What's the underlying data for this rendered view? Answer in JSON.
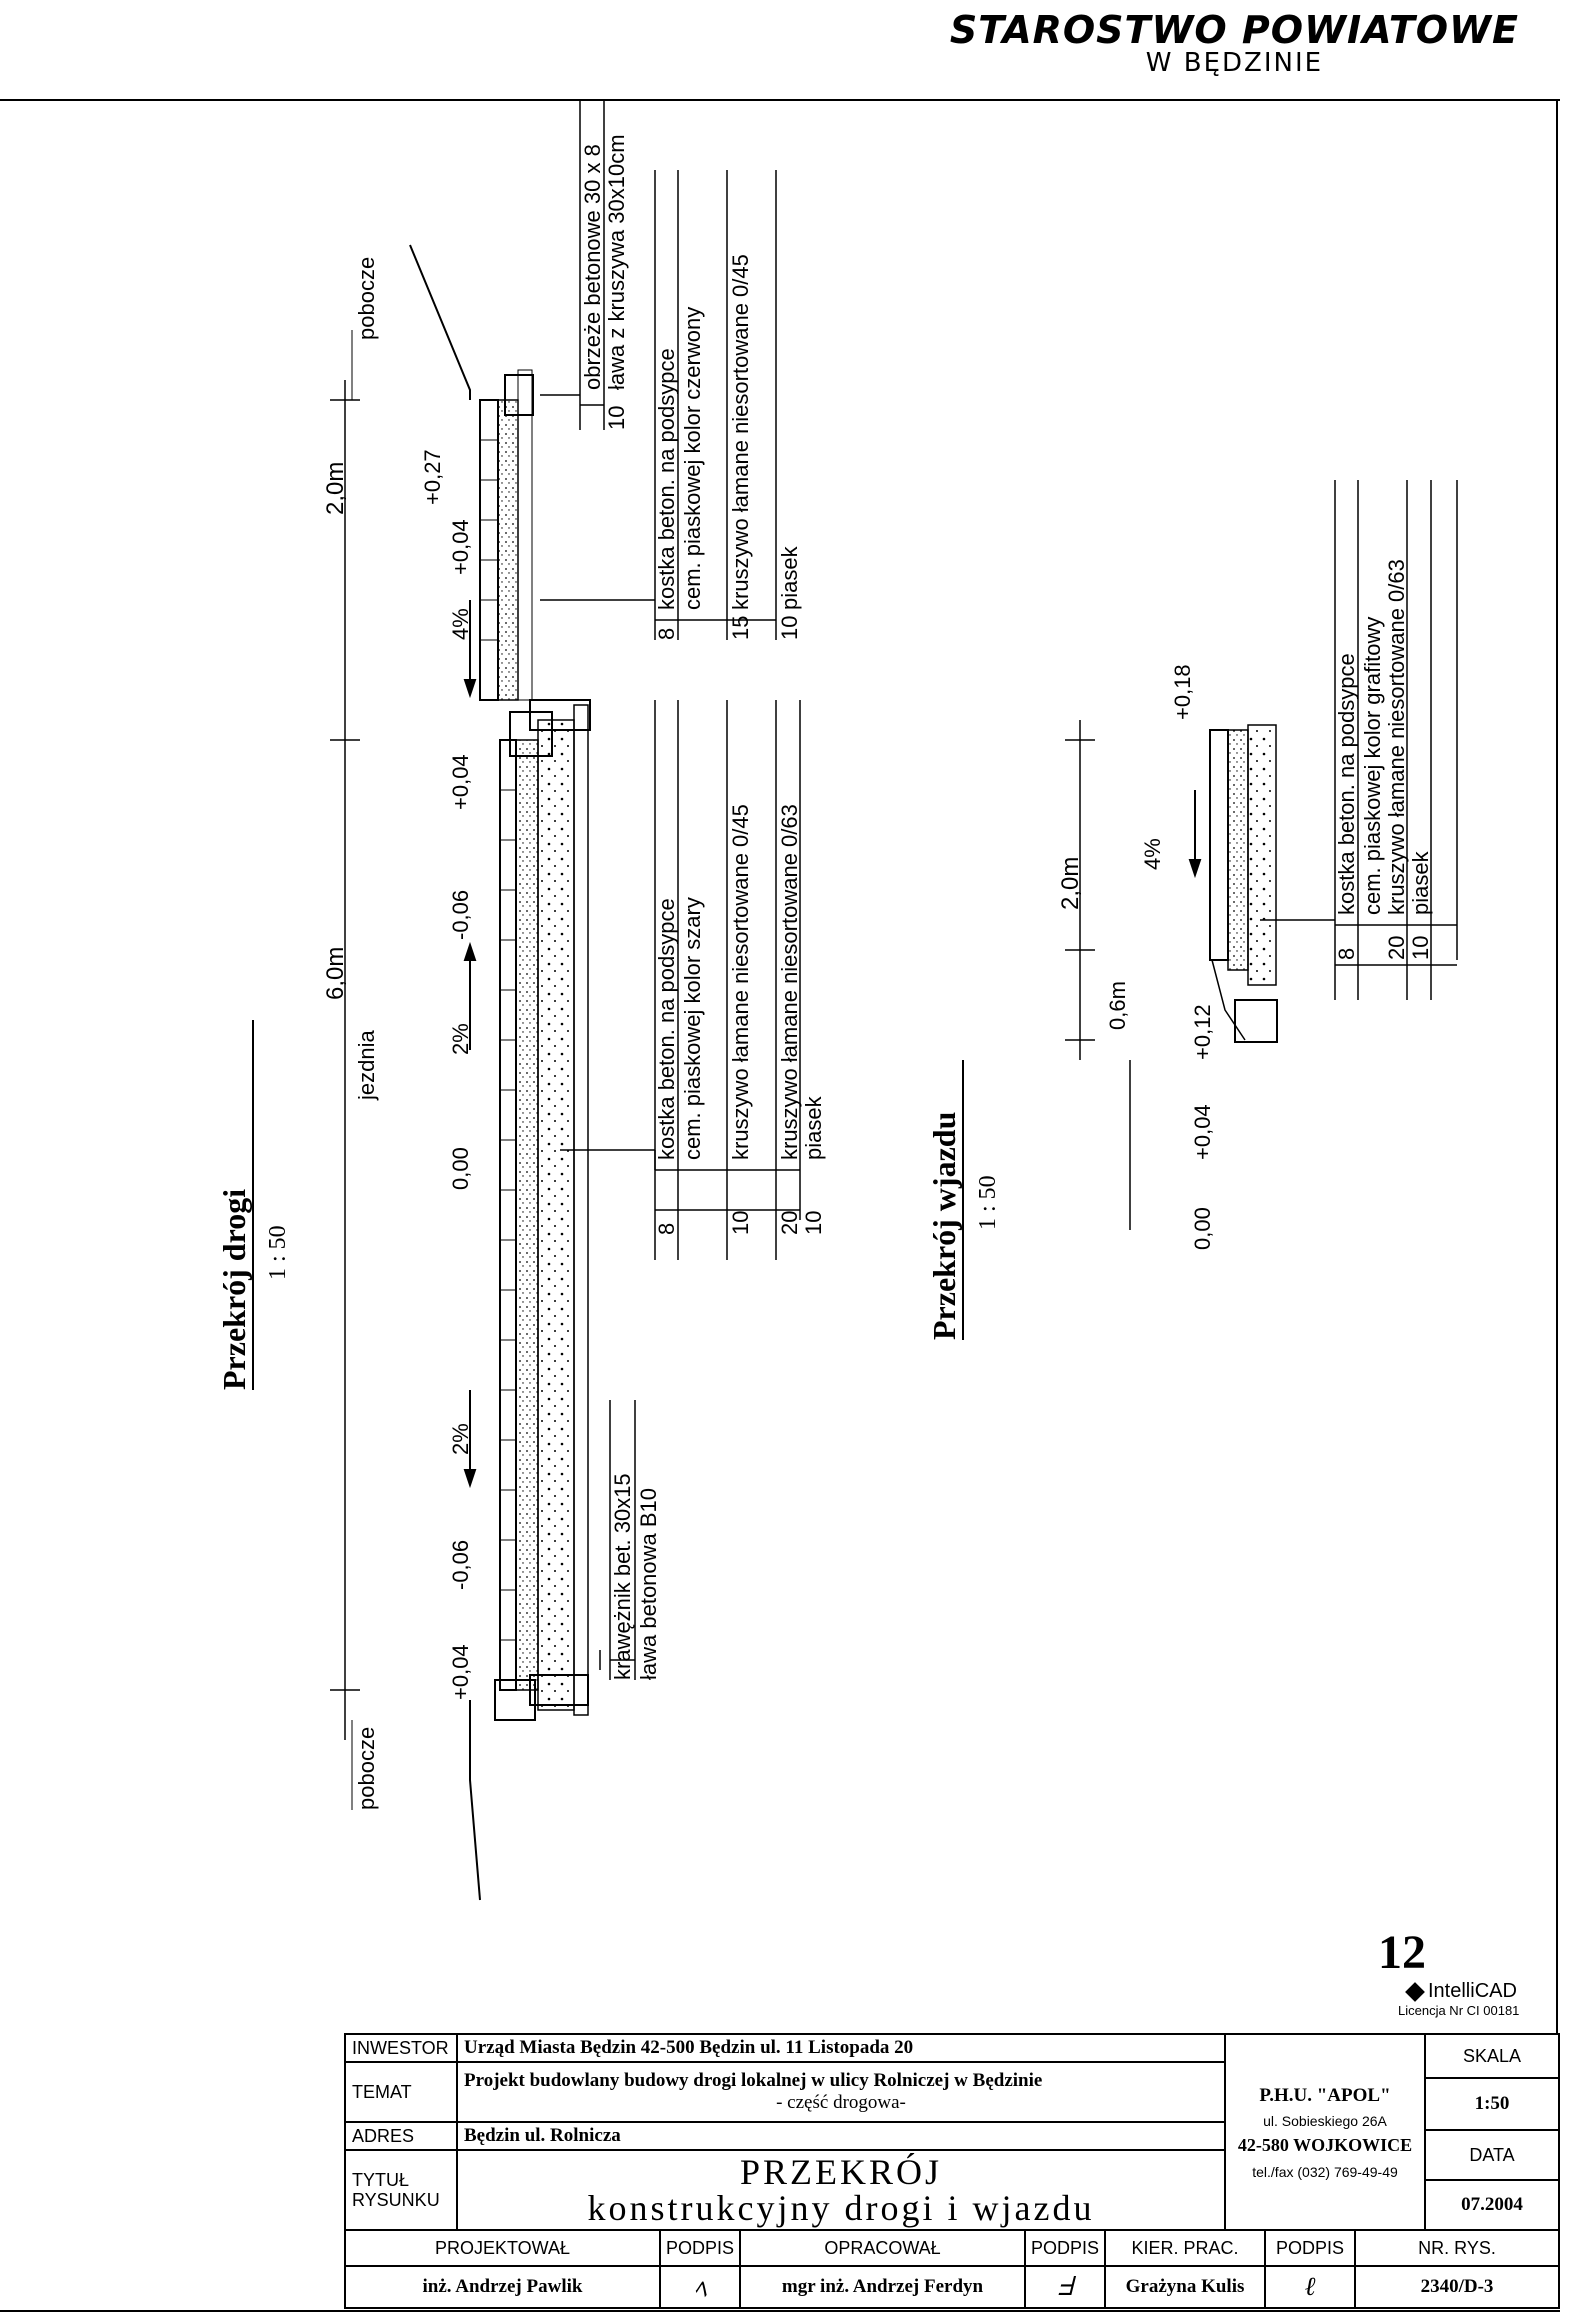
{
  "stamp": {
    "line1": "STAROSTWO POWIATOWE",
    "line2": "W BĘDZINIE"
  },
  "section_road": {
    "title": "Przekrój drogi",
    "scale": "1 : 50",
    "widths": {
      "shoulder_left": "pobocze",
      "carriageway_width": "6,0m",
      "carriageway": "jezdnia",
      "walkway_width": "2,0m",
      "shoulder_right": "pobocze"
    },
    "levels": [
      "+0,04",
      "-0,06",
      "0,00",
      "-0,06",
      "+0,04",
      "+0,04",
      "+0,27"
    ],
    "slopes": [
      "2%",
      "2%",
      "4%"
    ],
    "layers_carriageway": [
      {
        "thk": "8",
        "desc": "kostka beton. na podsypce"
      },
      {
        "thk": "",
        "desc": "cem. piaskowej kolor szary"
      },
      {
        "thk": "10",
        "desc": "kruszywo łamane niesortowane 0/45"
      },
      {
        "thk": "20",
        "desc": "kruszywo łamane niesortowane 0/63"
      },
      {
        "thk": "10",
        "desc": "piasek"
      }
    ],
    "layers_walkway": [
      {
        "thk": "8",
        "desc": "kostka beton. na podsypce"
      },
      {
        "thk": "",
        "desc": "cem. piaskowej kolor czerwony"
      },
      {
        "thk": "15",
        "desc": "kruszywo łamane niesortowane 0/45"
      },
      {
        "thk": "10",
        "desc": "piasek"
      }
    ],
    "edging": [
      {
        "thk": "",
        "desc": "obrzeże betonowe 30 x 8"
      },
      {
        "thk": "10",
        "desc": "ława z kruszywa 30x10cm"
      }
    ],
    "kerb": [
      "krawężnik bet. 30x15",
      "ława betonowa B10"
    ]
  },
  "section_access": {
    "title": "Przekrój wjazdu",
    "scale": "1 : 50",
    "dims": [
      "2,0m",
      "0,6m"
    ],
    "levels": [
      "0,00",
      "+0,04",
      "+0,12",
      "+0,18"
    ],
    "slope": "4%",
    "layers": [
      {
        "thk": "8",
        "desc": "kostka beton. na podsypce"
      },
      {
        "thk": "",
        "desc": "cem. piaskowej kolor grafitowy"
      },
      {
        "thk": "20",
        "desc": "kruszywo łamane niesortowane 0/63"
      },
      {
        "thk": "10",
        "desc": "piasek"
      }
    ]
  },
  "sheet": {
    "number": "12",
    "software": "IntelliCAD",
    "licence": "Licencja Nr CI 00181"
  },
  "title_block": {
    "investor_label": "INWESTOR",
    "investor": "Urząd Miasta Będzin 42-500 Będzin ul. 11 Listopada 20",
    "subject_label": "TEMAT",
    "subject_line1": "Projekt budowlany budowy drogi lokalnej w ulicy Rolniczej w Będzinie",
    "subject_line2": "- część drogowa-",
    "address_label": "ADRES",
    "address": "Będzin ul. Rolnicza",
    "drawing_title_label": "TYTUŁ RYSUNKU",
    "drawing_title_line1": "PRZEKRÓJ",
    "drawing_title_line2": "konstrukcyjny drogi i wjazdu",
    "company": "P.H.U. \"APOL\"",
    "company_street": "ul. Sobieskiego 26A",
    "company_city": "42-580 WOJKOWICE",
    "company_phone": "tel./fax (032) 769-49-49",
    "scale_label": "SKALA",
    "scale": "1:50",
    "date_label": "DATA",
    "date": "07.2004",
    "designed_label": "PROJEKTOWAŁ",
    "designed_by": "inż. Andrzej Pawlik",
    "sign_label": "PODPIS",
    "prepared_label": "OPRACOWAŁ",
    "prepared_by": "mgr inż. Andrzej Ferdyn",
    "sign_label2": "PODPIS",
    "manager_label": "KIER. PRAC.",
    "manager": "Grażyna Kulis",
    "sign_label3": "PODPIS",
    "drawing_no_label": "NR. RYS.",
    "drawing_no": "2340/D-3"
  }
}
